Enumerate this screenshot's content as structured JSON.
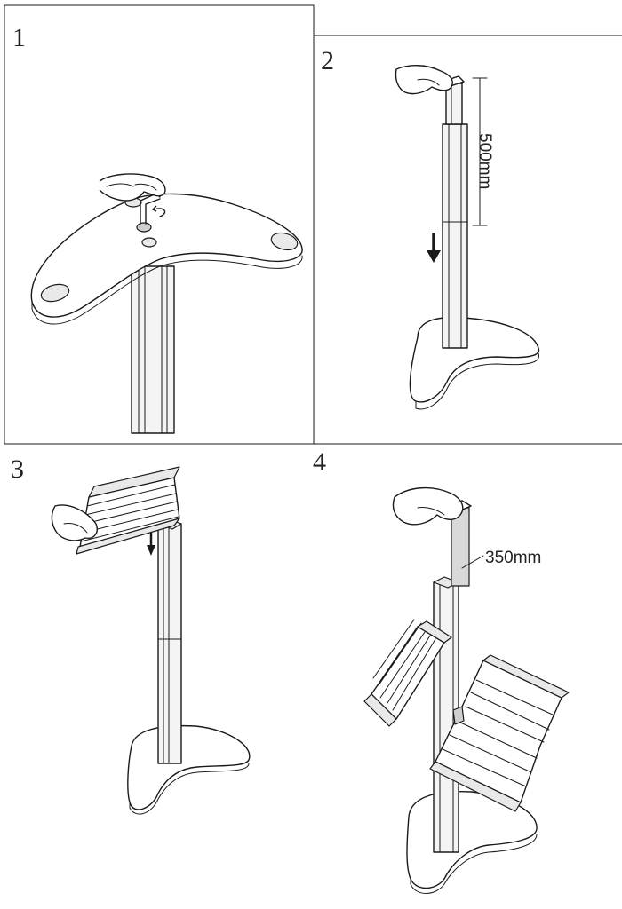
{
  "steps": [
    {
      "number": "1"
    },
    {
      "number": "2",
      "dimension": "500mm"
    },
    {
      "number": "3"
    },
    {
      "number": "4",
      "dimension": "350mm"
    }
  ],
  "icons": [
    "hand-icon",
    "allen-key-icon",
    "rotate-arrow-icon",
    "down-arrow-icon",
    "brochure-holder-icon",
    "dimension-line-icon"
  ]
}
